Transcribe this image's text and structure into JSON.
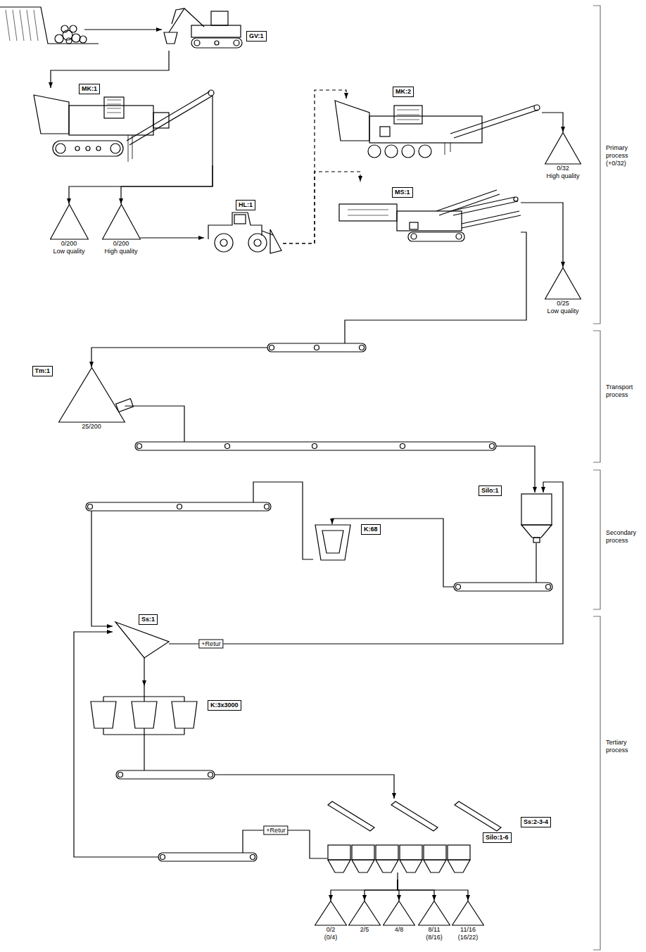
{
  "diagram": {
    "nodes": [
      {
        "text": [
          "GV:1"
        ]
      },
      {
        "text": [
          "MK:1"
        ]
      },
      {
        "text": [
          "0/200",
          "Low quality"
        ]
      },
      {
        "text": [
          "0/200",
          "High quality"
        ]
      },
      {
        "text": [
          "HL:1"
        ]
      },
      {
        "text": [
          "MK:2"
        ]
      },
      {
        "text": [
          "0/32",
          "High quality"
        ]
      },
      {
        "text": [
          "MS:1"
        ]
      },
      {
        "text": [
          "0/25",
          "Low quality"
        ]
      },
      {
        "text": [
          "Tm:1",
          "25/200"
        ]
      },
      {
        "text": [
          "Silo:1"
        ]
      },
      {
        "text": [
          "K:68"
        ]
      },
      {
        "text": [
          "Ss:1"
        ]
      },
      {
        "text": [
          "K:3x3000"
        ]
      },
      {
        "text": [
          "Ss:2-3-4"
        ]
      },
      {
        "text": [
          "Silo:1-6"
        ]
      },
      {
        "text": [
          "0/2",
          "(0/4)"
        ]
      },
      {
        "text": [
          "2/5"
        ]
      },
      {
        "text": [
          "4/8"
        ]
      },
      {
        "text": [
          "8/11",
          "(8/16)"
        ]
      },
      {
        "text": [
          "11/16",
          "(16/22)"
        ]
      }
    ],
    "edges": [
      {
        "from": 0,
        "to": 1,
        "arrow": "to"
      },
      {
        "from": 1,
        "to": 2,
        "arrow": "to"
      },
      {
        "from": 1,
        "to": 3,
        "arrow": "to"
      },
      {
        "from": 3,
        "to": 4,
        "arrow": "to"
      },
      {
        "from": 4,
        "to": 5,
        "arrow": "to"
      },
      {
        "from": 4,
        "to": 7,
        "arrow": "to"
      },
      {
        "from": 5,
        "to": 6,
        "arrow": "to"
      },
      {
        "from": 7,
        "to": 8,
        "arrow": "to"
      },
      {
        "from": 7,
        "to": 9,
        "arrow": "to"
      },
      {
        "from": 9,
        "to": 10,
        "arrow": "to"
      },
      {
        "from": 10,
        "to": 11,
        "arrow": "to"
      },
      {
        "from": 11,
        "to": 12,
        "arrow": "to"
      },
      {
        "from": 12,
        "to": 10,
        "label": "+Retur",
        "arrow": "to"
      },
      {
        "from": 12,
        "to": 13,
        "arrow": "to"
      },
      {
        "from": 13,
        "to": 14,
        "arrow": "to"
      },
      {
        "from": 15,
        "to": 12,
        "label": "+Retur",
        "arrow": "to"
      },
      {
        "from": 15,
        "to": 16,
        "arrow": "to"
      },
      {
        "from": 15,
        "to": 17,
        "arrow": "to"
      },
      {
        "from": 15,
        "to": 18,
        "arrow": "to"
      },
      {
        "from": 15,
        "to": 19,
        "arrow": "to"
      },
      {
        "from": 15,
        "to": 20,
        "arrow": "to"
      }
    ],
    "labels": [
      "Primary process (+0/32)",
      "Transport process",
      "Secondary process",
      "Tertiary process"
    ]
  }
}
